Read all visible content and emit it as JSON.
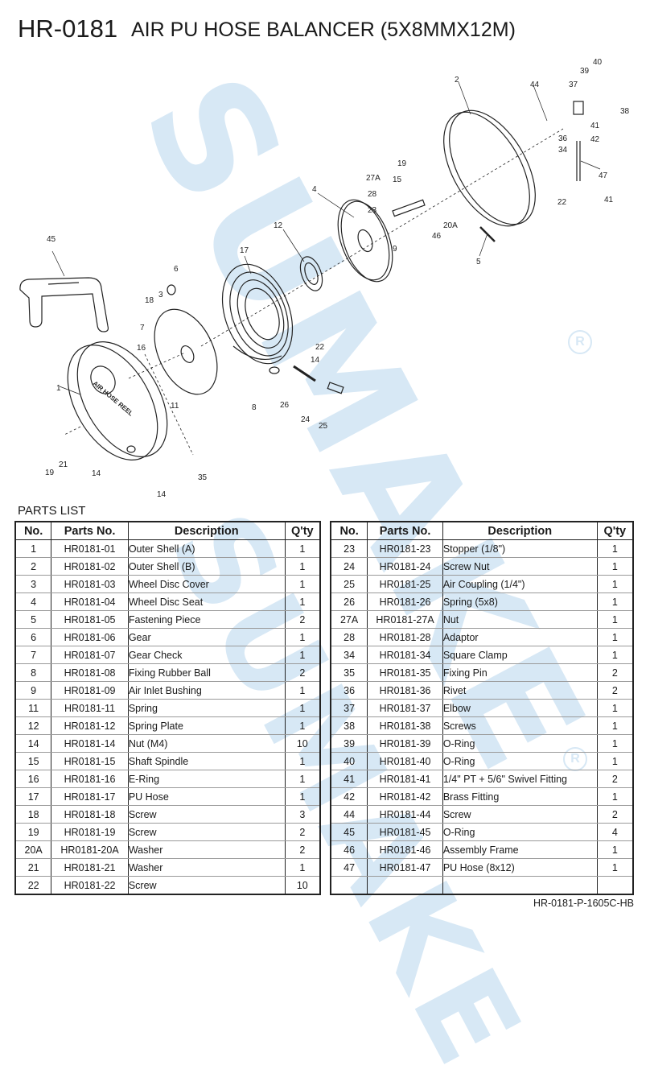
{
  "header": {
    "code": "HR-0181",
    "name": "AIR PU HOSE BALANCER (5X8MMX12M)"
  },
  "watermark": {
    "brand": "SUMAKE",
    "color": "#d7e8f5"
  },
  "diagram": {
    "callouts": [
      "1",
      "2",
      "3",
      "4",
      "5",
      "6",
      "7",
      "8",
      "9",
      "11",
      "12",
      "14",
      "14",
      "14",
      "15",
      "16",
      "17",
      "18",
      "19",
      "19",
      "20A",
      "21",
      "22",
      "22",
      "23",
      "24",
      "25",
      "26",
      "27A",
      "28",
      "34",
      "35",
      "36",
      "37",
      "38",
      "39",
      "40",
      "41",
      "41",
      "42",
      "44",
      "45",
      "46",
      "47"
    ],
    "shell_lettering": "AIR HOSE REEL"
  },
  "parts_list": {
    "heading": "PARTS LIST",
    "columns": [
      "No.",
      "Parts No.",
      "Description",
      "Q'ty"
    ],
    "left": [
      [
        "1",
        "HR0181-01",
        "Outer Shell (A)",
        "1"
      ],
      [
        "2",
        "HR0181-02",
        "Outer Shell (B)",
        "1"
      ],
      [
        "3",
        "HR0181-03",
        "Wheel Disc Cover",
        "1"
      ],
      [
        "4",
        "HR0181-04",
        "Wheel Disc Seat",
        "1"
      ],
      [
        "5",
        "HR0181-05",
        "Fastening Piece",
        "2"
      ],
      [
        "6",
        "HR0181-06",
        "Gear",
        "1"
      ],
      [
        "7",
        "HR0181-07",
        "Gear Check",
        "1"
      ],
      [
        "8",
        "HR0181-08",
        "Fixing Rubber Ball",
        "2"
      ],
      [
        "9",
        "HR0181-09",
        "Air Inlet Bushing",
        "1"
      ],
      [
        "11",
        "HR0181-11",
        "Spring",
        "1"
      ],
      [
        "12",
        "HR0181-12",
        "Spring Plate",
        "1"
      ],
      [
        "14",
        "HR0181-14",
        "Nut (M4)",
        "10"
      ],
      [
        "15",
        "HR0181-15",
        "Shaft Spindle",
        "1"
      ],
      [
        "16",
        "HR0181-16",
        "E-Ring",
        "1"
      ],
      [
        "17",
        "HR0181-17",
        "PU Hose",
        "1"
      ],
      [
        "18",
        "HR0181-18",
        "Screw",
        "3"
      ],
      [
        "19",
        "HR0181-19",
        "Screw",
        "2"
      ],
      [
        "20A",
        "HR0181-20A",
        "Washer",
        "2"
      ],
      [
        "21",
        "HR0181-21",
        "Washer",
        "1"
      ],
      [
        "22",
        "HR0181-22",
        "Screw",
        "10"
      ]
    ],
    "right": [
      [
        "23",
        "HR0181-23",
        "Stopper (1/8\")",
        "1"
      ],
      [
        "24",
        "HR0181-24",
        "Screw Nut",
        "1"
      ],
      [
        "25",
        "HR0181-25",
        "Air Coupling (1/4\")",
        "1"
      ],
      [
        "26",
        "HR0181-26",
        "Spring (5x8)",
        "1"
      ],
      [
        "27A",
        "HR0181-27A",
        "Nut",
        "1"
      ],
      [
        "28",
        "HR0181-28",
        "Adaptor",
        "1"
      ],
      [
        "34",
        "HR0181-34",
        "Square Clamp",
        "1"
      ],
      [
        "35",
        "HR0181-35",
        "Fixing Pin",
        "2"
      ],
      [
        "36",
        "HR0181-36",
        "Rivet",
        "2"
      ],
      [
        "37",
        "HR0181-37",
        "Elbow",
        "1"
      ],
      [
        "38",
        "HR0181-38",
        "Screws",
        "1"
      ],
      [
        "39",
        "HR0181-39",
        "O-Ring",
        "1"
      ],
      [
        "40",
        "HR0181-40",
        "O-Ring",
        "1"
      ],
      [
        "41",
        "HR0181-41",
        "1/4\" PT + 5/6\" Swivel Fitting",
        "2"
      ],
      [
        "42",
        "HR0181-42",
        "Brass Fitting",
        "1"
      ],
      [
        "44",
        "HR0181-44",
        "Screw",
        "2"
      ],
      [
        "45",
        "HR0181-45",
        "O-Ring",
        "4"
      ],
      [
        "46",
        "HR0181-46",
        "Assembly Frame",
        "1"
      ],
      [
        "47",
        "HR0181-47",
        "PU Hose (8x12)",
        "1"
      ],
      [
        "",
        "",
        "",
        ""
      ]
    ]
  },
  "footer": {
    "document_code": "HR-0181-P-1605C-HB"
  }
}
